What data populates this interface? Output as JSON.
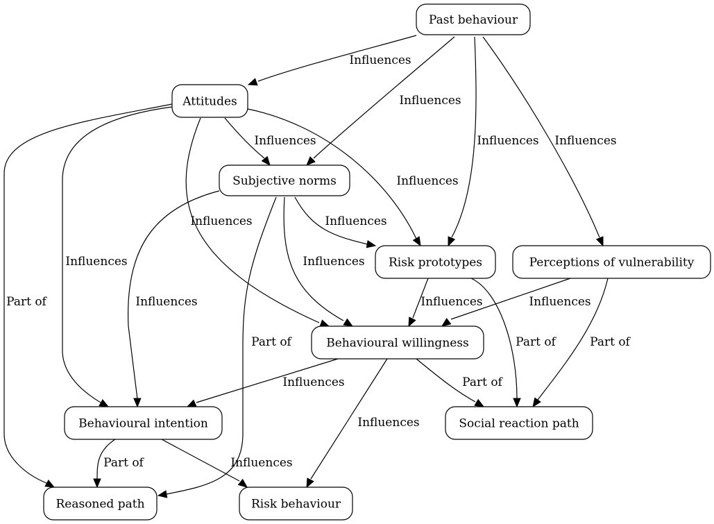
{
  "diagram": {
    "type": "directed-graph",
    "nodes": [
      {
        "id": "past",
        "label": "Past behaviour"
      },
      {
        "id": "att",
        "label": "Attitudes"
      },
      {
        "id": "sn",
        "label": "Subjective norms"
      },
      {
        "id": "rp",
        "label": "Risk prototypes"
      },
      {
        "id": "pv",
        "label": "Perceptions of vulnerability"
      },
      {
        "id": "bw",
        "label": "Behavioural willingness"
      },
      {
        "id": "bi",
        "label": "Behavioural intention"
      },
      {
        "id": "srp",
        "label": "Social reaction path"
      },
      {
        "id": "reas",
        "label": "Reasoned path"
      },
      {
        "id": "rb",
        "label": "Risk behaviour"
      }
    ],
    "edges": [
      {
        "from": "past",
        "to": "att",
        "label": "Influences"
      },
      {
        "from": "past",
        "to": "sn",
        "label": "Influences"
      },
      {
        "from": "past",
        "to": "rp",
        "label": "Influences"
      },
      {
        "from": "past",
        "to": "pv",
        "label": "Influences"
      },
      {
        "from": "att",
        "to": "sn",
        "label": "Influences"
      },
      {
        "from": "att",
        "to": "rp",
        "label": "Influences"
      },
      {
        "from": "att",
        "to": "bw",
        "label": "Influences"
      },
      {
        "from": "att",
        "to": "bi",
        "label": "Influences"
      },
      {
        "from": "att",
        "to": "reas",
        "label": "Part of"
      },
      {
        "from": "sn",
        "to": "rp",
        "label": "Influences"
      },
      {
        "from": "sn",
        "to": "bw",
        "label": "Influences"
      },
      {
        "from": "sn",
        "to": "bi",
        "label": "Influences"
      },
      {
        "from": "sn",
        "to": "reas",
        "label": "Part of"
      },
      {
        "from": "rp",
        "to": "bw",
        "label": "Influences"
      },
      {
        "from": "rp",
        "to": "srp",
        "label": "Part of"
      },
      {
        "from": "pv",
        "to": "bw",
        "label": "Influences"
      },
      {
        "from": "pv",
        "to": "srp",
        "label": "Part of"
      },
      {
        "from": "bw",
        "to": "bi",
        "label": "Influences"
      },
      {
        "from": "bw",
        "to": "srp",
        "label": "Part of"
      },
      {
        "from": "bw",
        "to": "rb",
        "label": "Influences"
      },
      {
        "from": "bi",
        "to": "reas",
        "label": "Part of"
      },
      {
        "from": "bi",
        "to": "rb",
        "label": "Influences"
      }
    ]
  }
}
